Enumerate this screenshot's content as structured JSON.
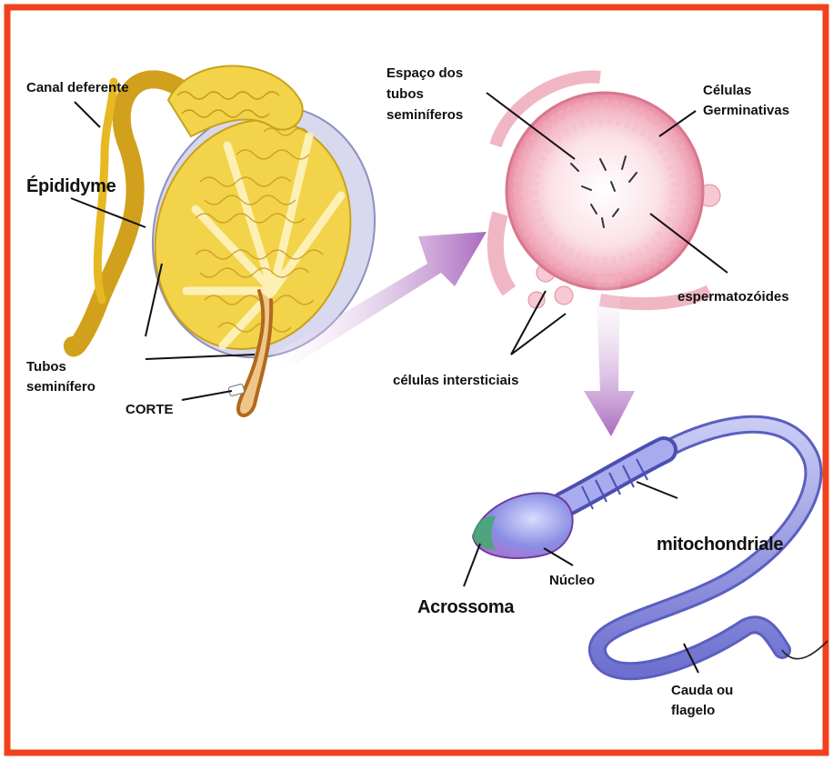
{
  "labels": {
    "canal_deferente": "Canal deferente",
    "epididyme": "Épididyme",
    "tubos_seminifero_1": "Tubos",
    "tubos_seminifero_2": "seminífero",
    "corte": "CORTE",
    "espaco_1": "Espaço dos",
    "espaco_2": "tubos",
    "espaco_3": "seminíferos",
    "celulas_germ_1": "Células",
    "celulas_germ_2": "Germinativas",
    "espermatozoides": "espermatozóides",
    "celulas_intersticiais": "células intersticiais",
    "mitochondriale": "mitochondriale",
    "nucleo": "Núcleo",
    "acrossoma": "Acrossoma",
    "cauda_1": "Cauda ou",
    "cauda_2": "flagelo"
  },
  "colors": {
    "frame": "#f0401c",
    "testis_yellow": "#f2d34a",
    "testis_outline": "#c9a21a",
    "tunica": "#d9d9ee",
    "tubule_pink": "#f3b9c6",
    "tubule_dark": "#e28aa0",
    "sperm_blue": "#8d8fe0",
    "sperm_dark": "#4b4fb0",
    "arrow_purple": "#a35fb8",
    "acrosome_green": "#3faa6c"
  }
}
